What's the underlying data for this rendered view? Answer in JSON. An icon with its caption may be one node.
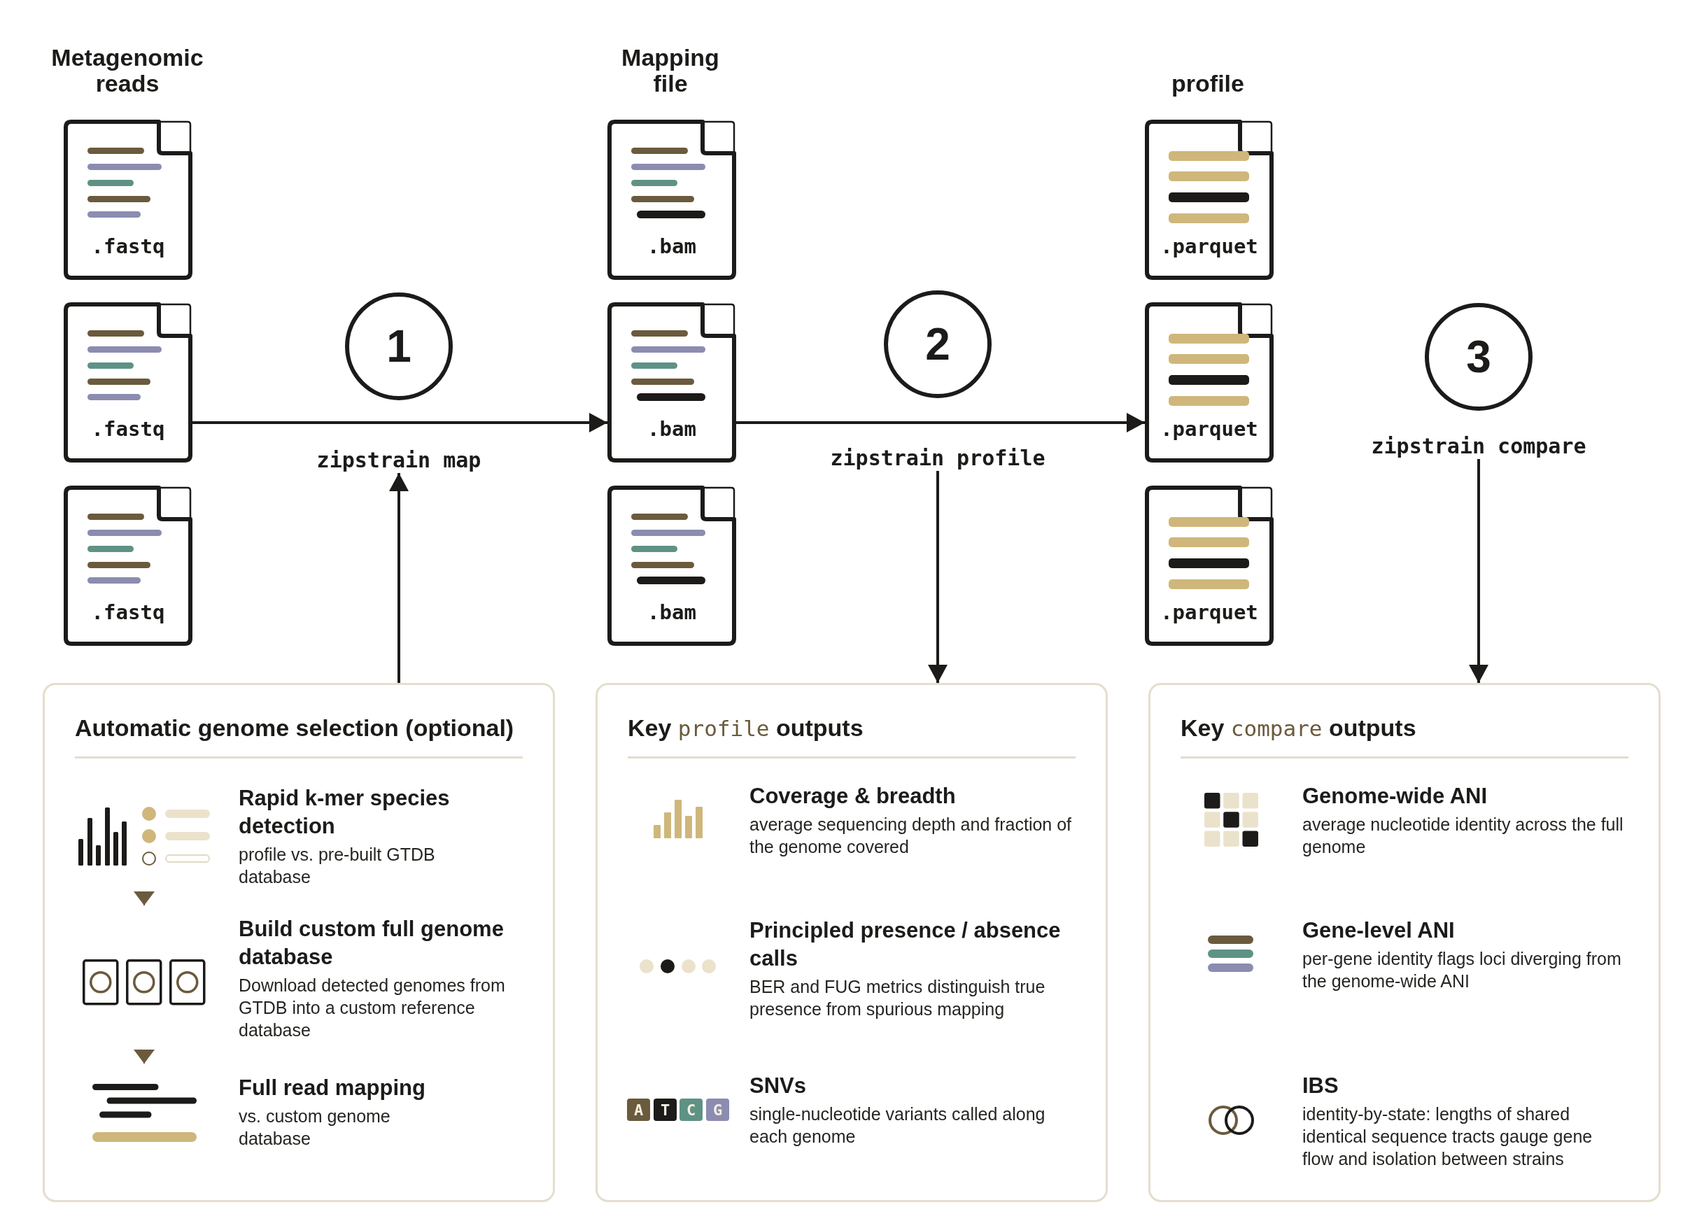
{
  "diagram": {
    "nodes": [
      {
        "text": [
          ".fastq"
        ]
      },
      {
        "text": [
          ".fastq"
        ]
      },
      {
        "text": [
          ".fastq"
        ]
      },
      {
        "text": [
          "1"
        ]
      },
      {
        "text": [
          "zipstrain map"
        ]
      },
      {
        "text": [
          ".bam"
        ]
      },
      {
        "text": [
          ".bam"
        ]
      },
      {
        "text": [
          ".bam"
        ]
      },
      {
        "text": [
          "2"
        ]
      },
      {
        "text": [
          "zipstrain profile"
        ]
      },
      {
        "text": [
          ".parquet"
        ]
      },
      {
        "text": [
          ".parquet"
        ]
      },
      {
        "text": [
          ".parquet"
        ]
      },
      {
        "text": [
          "3"
        ]
      },
      {
        "text": [
          "zipstrain compare"
        ]
      },
      {
        "text": [
          "Automatic genome selection (optional)"
        ]
      },
      {
        "text": [
          "Rapid k-mer species detection",
          "profile vs. pre-built GTDB database"
        ],
        "in": 15
      },
      {
        "text": [
          "Build custom full genome database",
          "Download detected genomes from GTDB into a custom reference database"
        ],
        "in": 15
      },
      {
        "text": [
          "Full read mapping",
          "vs. custom genome database"
        ],
        "in": 15
      },
      {
        "text": [
          "Key profile outputs"
        ]
      },
      {
        "text": [
          "Coverage & breadth",
          "average sequencing depth and fraction of the genome covered"
        ],
        "in": 19
      },
      {
        "text": [
          "Principled presence / absence calls",
          "BER and FUG metrics distinguish true presence from spurious mapping"
        ],
        "in": 19
      },
      {
        "text": [
          "SNVs",
          "single-nucleotide variants called along each genome"
        ],
        "in": 19
      },
      {
        "text": [
          "A"
        ],
        "in": 22
      },
      {
        "text": [
          "T"
        ],
        "in": 22
      },
      {
        "text": [
          "C"
        ],
        "in": 22
      },
      {
        "text": [
          "G"
        ],
        "in": 22
      },
      {
        "text": [
          "Key compare outputs"
        ]
      },
      {
        "text": [
          "Genome-wide ANI",
          "average nucleotide identity across the full genome"
        ],
        "in": 27
      },
      {
        "text": [
          "Gene-level ANI",
          "per-gene identity flags loci diverging from the genome-wide ANI"
        ],
        "in": 27
      },
      {
        "text": [
          "IBS",
          "identity-by-state: lengths of shared identical sequence tracts gauge gene flow and isolation between strains"
        ],
        "in": 27
      }
    ],
    "edges": [
      {
        "from": 1,
        "to": 6,
        "arrow": "to"
      },
      {
        "from": 15,
        "to": 4,
        "arrow": "to"
      },
      {
        "from": 6,
        "to": 11,
        "arrow": "to"
      },
      {
        "from": 9,
        "to": 19,
        "arrow": "to"
      },
      {
        "from": 14,
        "to": 27,
        "arrow": "to"
      },
      {
        "from": 16,
        "to": 17,
        "arrow": "to",
        "color": "#6b5a3d"
      },
      {
        "from": 17,
        "to": 18,
        "arrow": "to",
        "color": "#6b5a3d"
      }
    ],
    "labels": [
      "Metagenomic reads",
      "Mapping file",
      "profile"
    ]
  }
}
